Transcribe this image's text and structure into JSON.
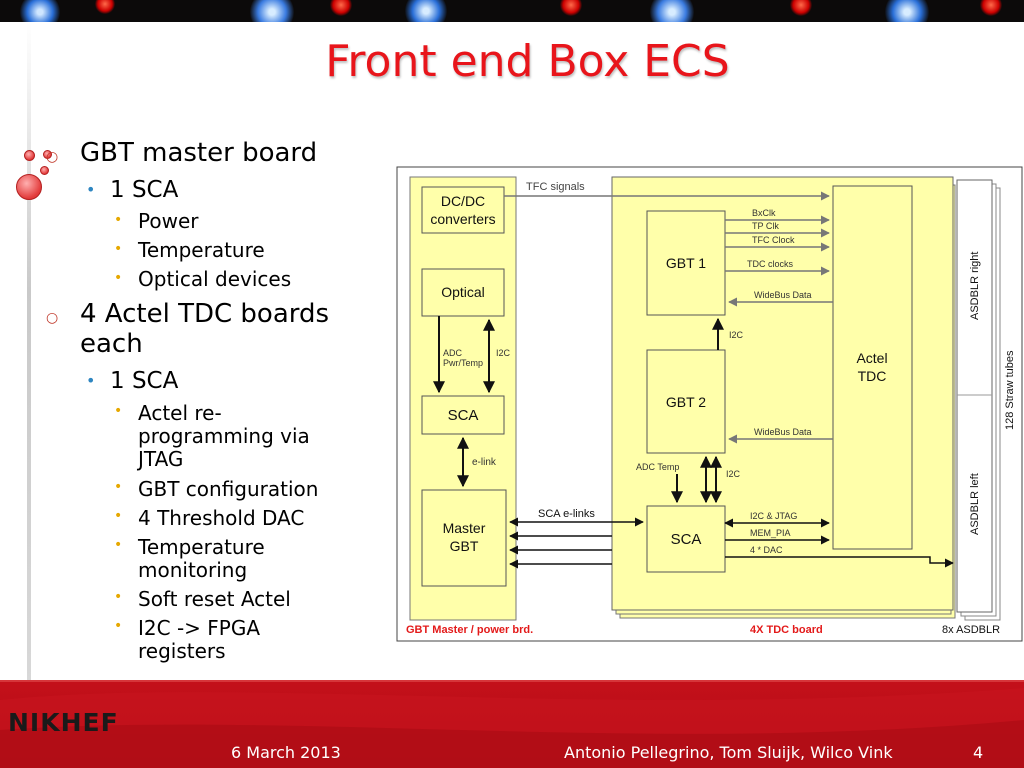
{
  "title": "Front end Box ECS",
  "bullets": [
    {
      "level": 1,
      "text": "GBT master board"
    },
    {
      "level": 2,
      "text": "1 SCA"
    },
    {
      "level": 3,
      "text": "Power"
    },
    {
      "level": 3,
      "text": "Temperature"
    },
    {
      "level": 3,
      "text": "Optical devices"
    },
    {
      "level": 1,
      "text": "4 Actel TDC boards"
    },
    {
      "level": 1,
      "text": "each"
    },
    {
      "level": 2,
      "text": "1 SCA"
    },
    {
      "level": 3,
      "text": "Actel re-"
    },
    {
      "level": 3,
      "text": "programming via"
    },
    {
      "level": 3,
      "text": "JTAG"
    },
    {
      "level": 3,
      "text": "GBT configuration"
    },
    {
      "level": 3,
      "text": "4 Threshold DAC"
    },
    {
      "level": 3,
      "text": "Temperature"
    },
    {
      "level": 3,
      "text": "monitoring"
    },
    {
      "level": 3,
      "text": "Soft reset Actel"
    },
    {
      "level": 3,
      "text": "I2C -> FPGA"
    },
    {
      "level": 3,
      "text": "registers"
    }
  ],
  "diagram": {
    "blocks": {
      "dcdc_line1": "DC/DC",
      "dcdc_line2": "converters",
      "optical": "Optical",
      "sca_left": "SCA",
      "master_line1": "Master",
      "master_line2": "GBT",
      "gbt1": "GBT 1",
      "gbt2": "GBT 2",
      "sca_right": "SCA",
      "actel_line1": "Actel",
      "actel_line2": "TDC",
      "asdblr_right": "ASDBLR right",
      "asdblr_left": "ASDBLR left",
      "straw": "128 Straw tubes"
    },
    "labels": {
      "tfc_signals": "TFC signals",
      "bxclk": "BxClk",
      "tpclk": "TP Clk",
      "tfcclock": "TFC Clock",
      "tdcclocks": "TDC clocks",
      "widebus1": "WideBus Data",
      "widebus2": "WideBus Data",
      "i2c_gbt": "I2C",
      "i2c_sca": "I2C",
      "i2c_left": "I2C",
      "adc1": "ADC",
      "adc2": "Pwr/Temp",
      "elink": "e-link",
      "adctemp": "ADC Temp",
      "sca_elinks": "SCA e-links",
      "i2c_jtag": "I2C & JTAG",
      "mem_pia": "MEM_PIA",
      "dac": "4 * DAC"
    },
    "captions": {
      "left": "GBT Master / power brd.",
      "middle": "4X TDC board",
      "right": "8x ASDBLR"
    }
  },
  "footer": {
    "logo": "NIKHEF",
    "date": "6 March 2013",
    "authors": "Antonio Pellegrino, Tom Sluijk, Wilco Vink",
    "page": "4"
  }
}
